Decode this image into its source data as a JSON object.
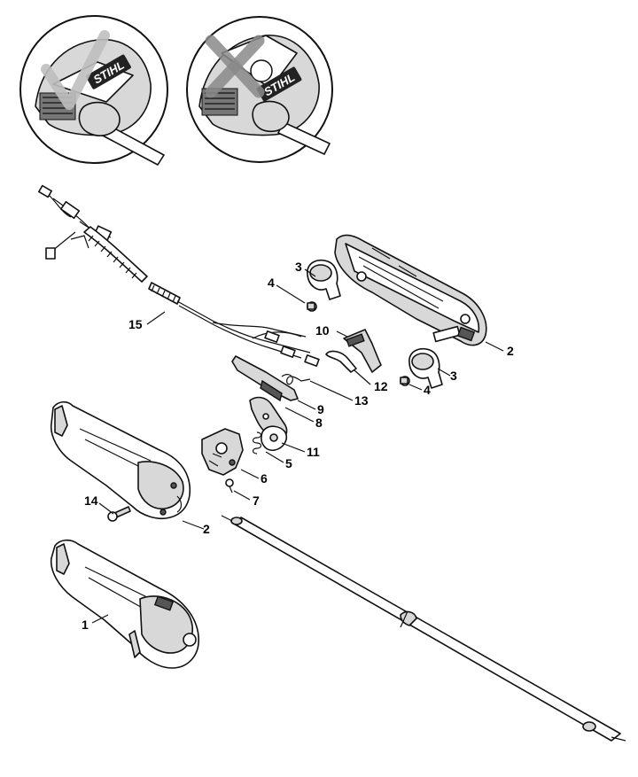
{
  "diagram": {
    "brand_text": "STIHL",
    "callouts": {
      "c1": "1",
      "c2a": "2",
      "c2b": "2",
      "c3a": "3",
      "c3b": "3",
      "c4a": "4",
      "c4b": "4",
      "c5": "5",
      "c6": "6",
      "c7": "7",
      "c8": "8",
      "c9": "9",
      "c10": "10",
      "c11": "11",
      "c12": "12",
      "c13": "13",
      "c14": "14",
      "c15": "15"
    }
  }
}
